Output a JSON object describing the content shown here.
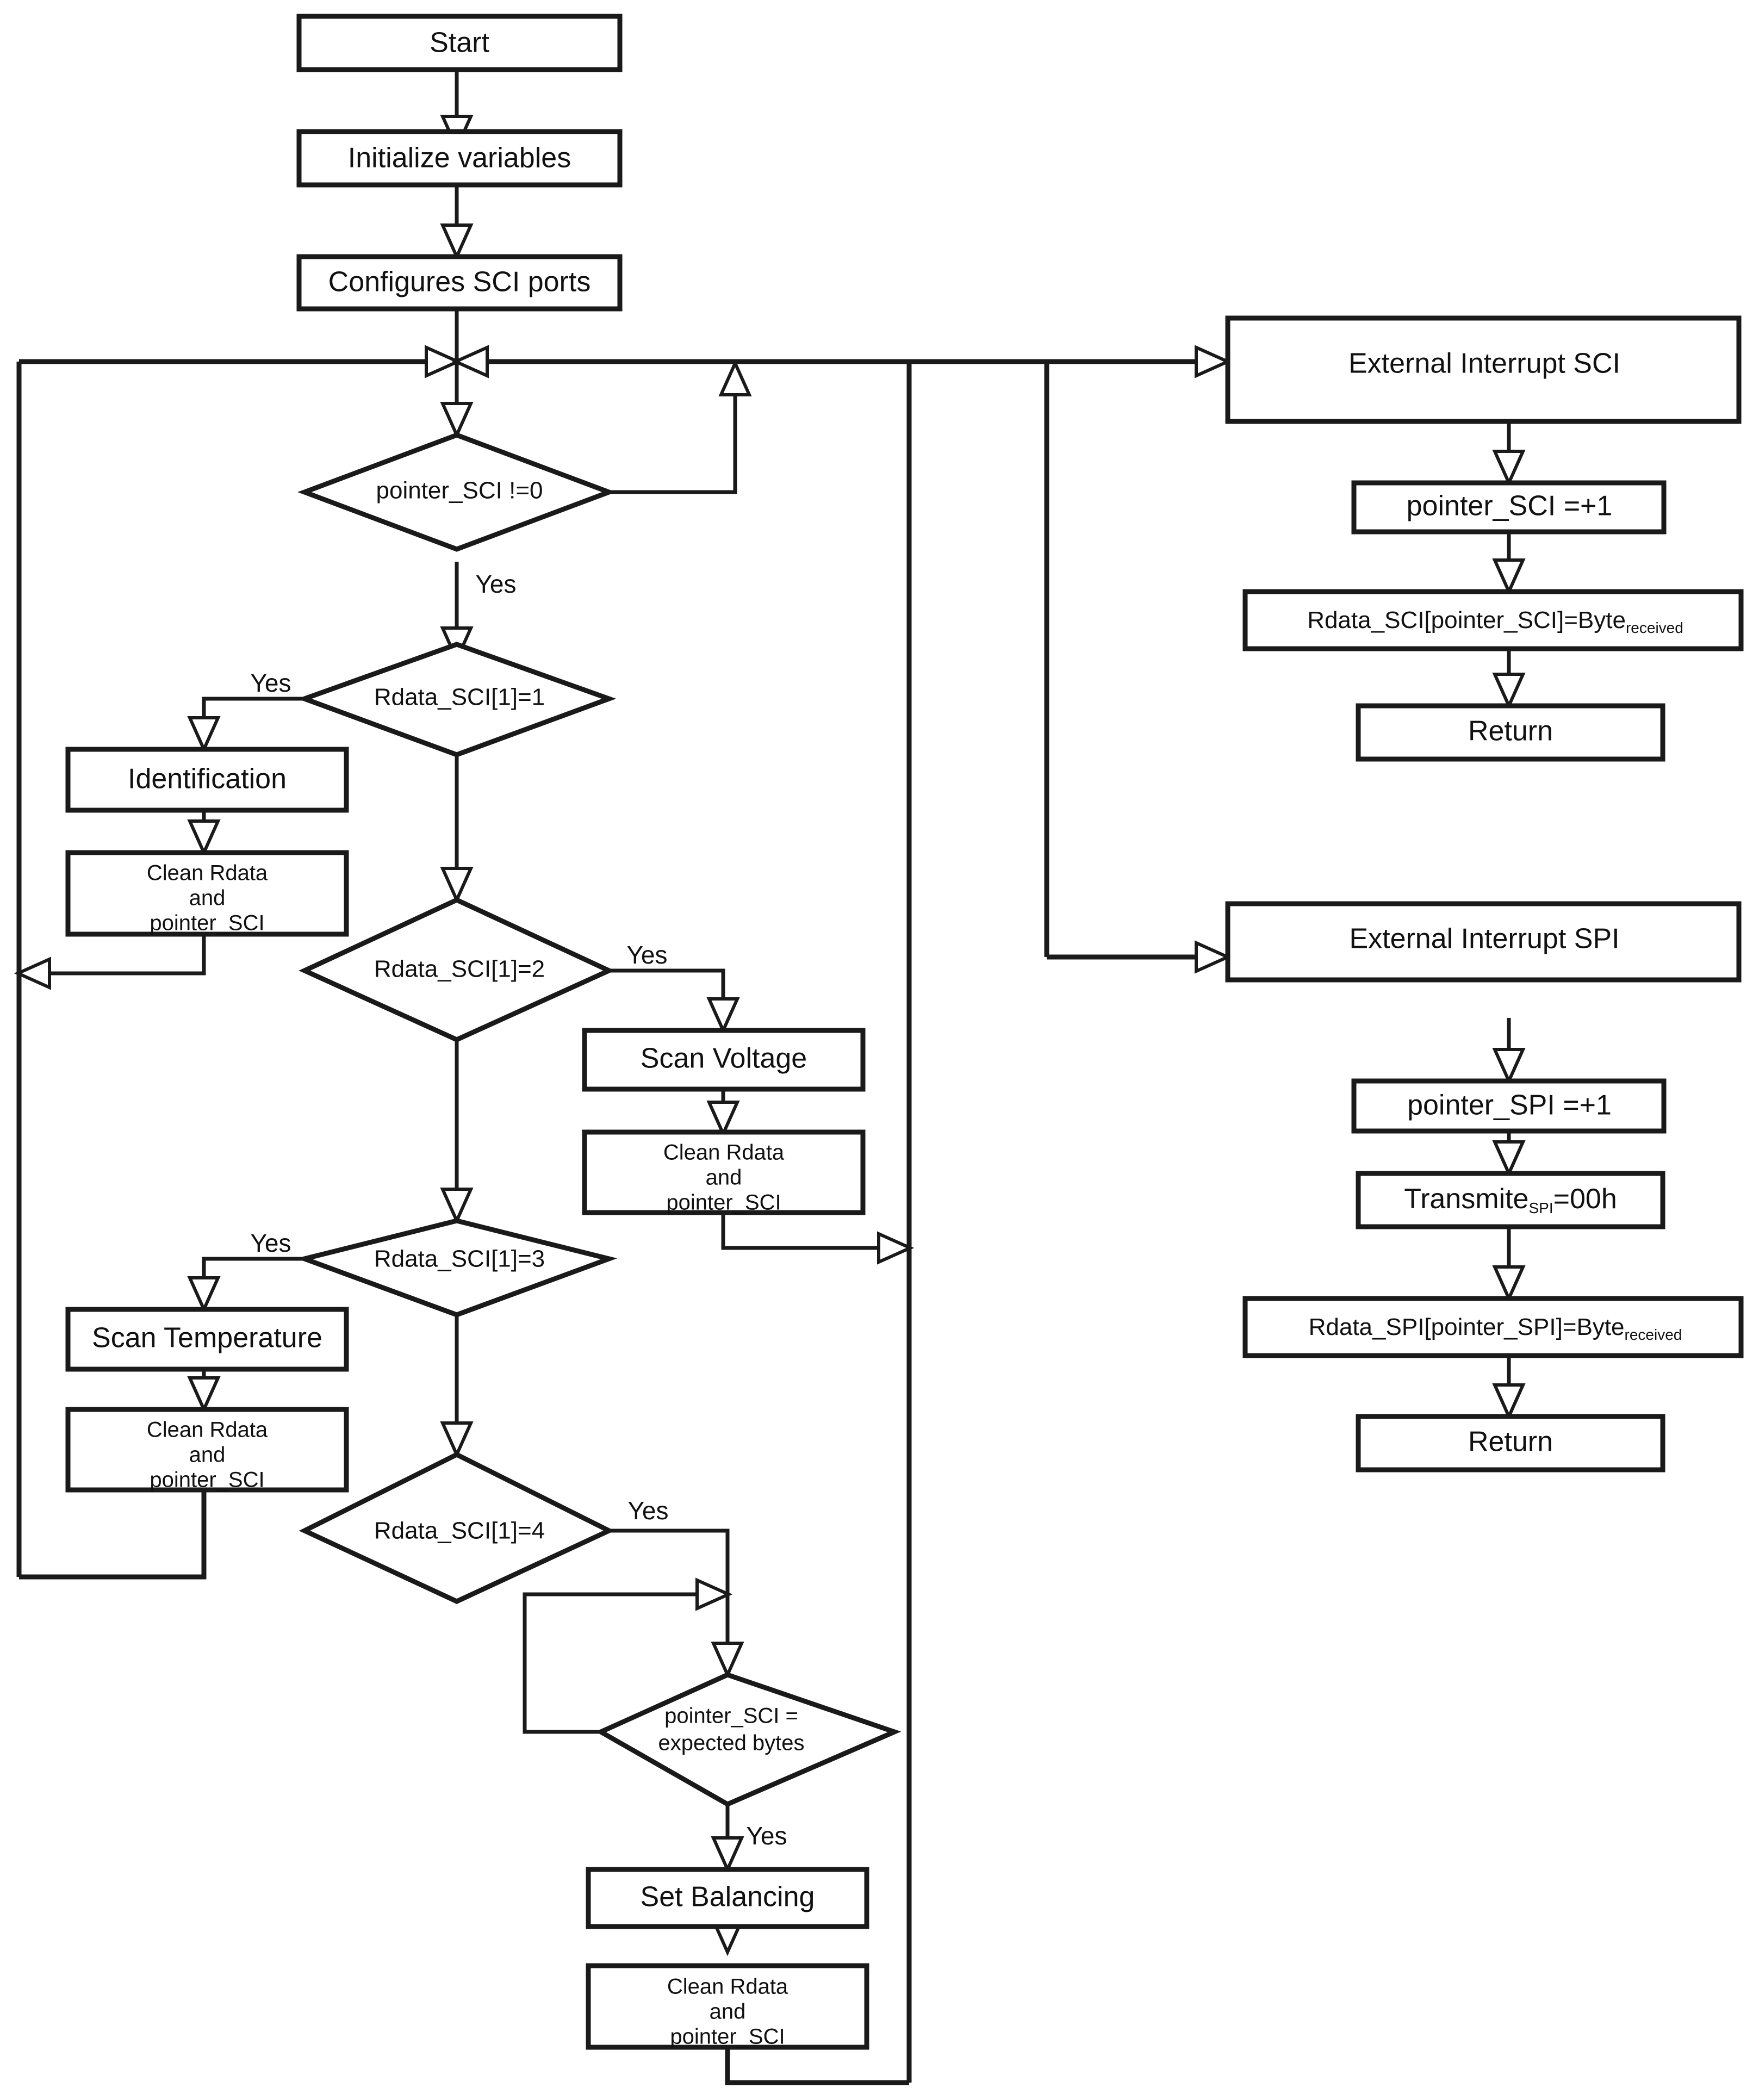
{
  "diagram": {
    "type": "flowchart",
    "title": "BMS firmware main loop and interrupt service routines flowchart",
    "edge_labels": {
      "yes": "Yes"
    },
    "nodes": {
      "start": {
        "shape": "process",
        "label": "Start"
      },
      "init_variables": {
        "shape": "process",
        "label": "Initialize variables"
      },
      "configures_sci_ports": {
        "shape": "process",
        "label": "Configures SCI ports"
      },
      "pointer_sci_nonzero": {
        "shape": "decision",
        "label": "pointer_SCI !=0"
      },
      "rdata_sci_1_eq_1": {
        "shape": "decision",
        "label": "Rdata_SCI[1]=1"
      },
      "identification": {
        "shape": "process",
        "label": "Identification"
      },
      "clean_rdata_1": {
        "shape": "process",
        "lines": [
          "Clean Rdata",
          "and",
          "pointer_SCI"
        ]
      },
      "rdata_sci_1_eq_2": {
        "shape": "decision",
        "label": "Rdata_SCI[1]=2"
      },
      "scan_voltage": {
        "shape": "process",
        "label": "Scan Voltage"
      },
      "clean_rdata_2": {
        "shape": "process",
        "lines": [
          "Clean Rdata",
          "and",
          "pointer_SCI"
        ]
      },
      "rdata_sci_1_eq_3": {
        "shape": "decision",
        "label": "Rdata_SCI[1]=3"
      },
      "scan_temperature": {
        "shape": "process",
        "label": "Scan Temperature"
      },
      "clean_rdata_3": {
        "shape": "process",
        "lines": [
          "Clean Rdata",
          "and",
          "pointer_SCI"
        ]
      },
      "rdata_sci_1_eq_4": {
        "shape": "decision",
        "label": "Rdata_SCI[1]=4"
      },
      "pointer_sci_expected": {
        "shape": "decision",
        "lines": [
          "pointer_SCI =",
          "expected bytes"
        ]
      },
      "set_balancing": {
        "shape": "process",
        "label": "Set Balancing"
      },
      "clean_rdata_4": {
        "shape": "process",
        "lines": [
          "Clean Rdata",
          "and",
          "pointer_SCI"
        ]
      },
      "external_interrupt_sci": {
        "shape": "process",
        "label": "External Interrupt SCI"
      },
      "pointer_sci_inc": {
        "shape": "process",
        "label": "pointer_SCI =+1"
      },
      "rdata_sci_store": {
        "shape": "process",
        "text_main": "Rdata_SCI[pointer_SCI]=Byte",
        "text_sub": "received"
      },
      "return_sci": {
        "shape": "process",
        "label": "Return"
      },
      "external_interrupt_spi": {
        "shape": "process",
        "label": "External Interrupt SPI"
      },
      "pointer_spi_inc": {
        "shape": "process",
        "label": "pointer_SPI =+1"
      },
      "transmite_spi": {
        "shape": "process",
        "text_pre": "Transmite",
        "text_sub": "SPI",
        "text_post": "=00h"
      },
      "rdata_spi_store": {
        "shape": "process",
        "text_main": "Rdata_SPI[pointer_SPI]=Byte",
        "text_sub": "received"
      },
      "return_spi": {
        "shape": "process",
        "label": "Return"
      }
    },
    "edges": [
      {
        "from": "start",
        "to": "init_variables"
      },
      {
        "from": "init_variables",
        "to": "configures_sci_ports"
      },
      {
        "from": "configures_sci_ports",
        "to": "pointer_sci_nonzero"
      },
      {
        "from": "pointer_sci_nonzero",
        "to": "rdata_sci_1_eq_1",
        "label": "Yes"
      },
      {
        "from": "pointer_sci_nonzero",
        "to": "loop_top",
        "label": ""
      },
      {
        "from": "rdata_sci_1_eq_1",
        "to": "identification",
        "label": "Yes"
      },
      {
        "from": "identification",
        "to": "clean_rdata_1"
      },
      {
        "from": "clean_rdata_1",
        "to": "loop_top"
      },
      {
        "from": "rdata_sci_1_eq_1",
        "to": "rdata_sci_1_eq_2"
      },
      {
        "from": "rdata_sci_1_eq_2",
        "to": "scan_voltage",
        "label": "Yes"
      },
      {
        "from": "scan_voltage",
        "to": "clean_rdata_2"
      },
      {
        "from": "clean_rdata_2",
        "to": "loop_top"
      },
      {
        "from": "rdata_sci_1_eq_2",
        "to": "rdata_sci_1_eq_3"
      },
      {
        "from": "rdata_sci_1_eq_3",
        "to": "scan_temperature",
        "label": "Yes"
      },
      {
        "from": "scan_temperature",
        "to": "clean_rdata_3"
      },
      {
        "from": "clean_rdata_3",
        "to": "loop_top"
      },
      {
        "from": "rdata_sci_1_eq_3",
        "to": "rdata_sci_1_eq_4"
      },
      {
        "from": "rdata_sci_1_eq_4",
        "to": "pointer_sci_expected",
        "label": "Yes"
      },
      {
        "from": "pointer_sci_expected",
        "to": "pointer_sci_expected",
        "label": ""
      },
      {
        "from": "pointer_sci_expected",
        "to": "set_balancing",
        "label": "Yes"
      },
      {
        "from": "set_balancing",
        "to": "clean_rdata_4"
      },
      {
        "from": "clean_rdata_4",
        "to": "loop_top"
      },
      {
        "from": "loop_top",
        "to": "external_interrupt_sci"
      },
      {
        "from": "external_interrupt_sci",
        "to": "pointer_sci_inc"
      },
      {
        "from": "pointer_sci_inc",
        "to": "rdata_sci_store"
      },
      {
        "from": "rdata_sci_store",
        "to": "return_sci"
      },
      {
        "from": "loop_top",
        "to": "external_interrupt_spi"
      },
      {
        "from": "external_interrupt_spi",
        "to": "pointer_spi_inc"
      },
      {
        "from": "pointer_spi_inc",
        "to": "transmite_spi"
      },
      {
        "from": "transmite_spi",
        "to": "rdata_spi_store"
      },
      {
        "from": "rdata_spi_store",
        "to": "return_spi"
      }
    ],
    "colors": {
      "stroke": "#1a1a1a",
      "fill": "#ffffff",
      "text": "#111111"
    }
  }
}
